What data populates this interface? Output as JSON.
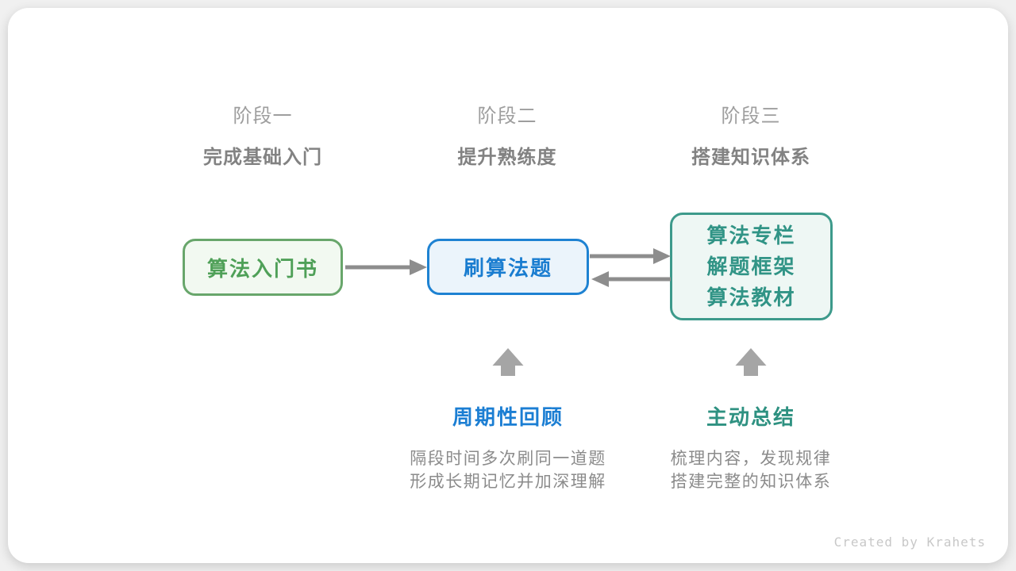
{
  "stages": [
    {
      "label": "阶段一",
      "title": "完成基础入门"
    },
    {
      "label": "阶段二",
      "title": "提升熟练度"
    },
    {
      "label": "阶段三",
      "title": "搭建知识体系"
    }
  ],
  "nodes": [
    {
      "id": "intro-book",
      "lines": [
        "算法入门书"
      ],
      "scheme": "green"
    },
    {
      "id": "practice-problems",
      "lines": [
        "刷算法题"
      ],
      "scheme": "blue"
    },
    {
      "id": "knowledge-resources",
      "lines": [
        "算法专栏",
        "解题框架",
        "算法教材"
      ],
      "scheme": "teal"
    }
  ],
  "arrows": [
    {
      "id": "intro-to-practice",
      "from": "算法入门书",
      "to": "刷算法题",
      "direction": "right"
    },
    {
      "id": "practice-to-resources",
      "from": "刷算法题",
      "to": "算法专栏/解题框架/算法教材",
      "direction": "right"
    },
    {
      "id": "resources-to-practice",
      "from": "算法专栏/解题框架/算法教材",
      "to": "刷算法题",
      "direction": "left"
    },
    {
      "id": "periodic-review-up",
      "direction": "up"
    },
    {
      "id": "active-summary-up",
      "direction": "up"
    }
  ],
  "annotations": [
    {
      "title": "周期性回顾",
      "desc_line1": "隔段时间多次刷同一道题",
      "desc_line2": "形成长期记忆并加深理解"
    },
    {
      "title": "主动总结",
      "desc_line1": "梳理内容，发现规律",
      "desc_line2": "搭建完整的知识体系"
    }
  ],
  "footer": {
    "credit": "Created by Krahets"
  },
  "colors": {
    "page_background": "#f0f0f0",
    "card_background": "#ffffff",
    "stage_label_gray": "#9e9e9e",
    "stage_title_gray": "#828282",
    "green_border": "#68a66b",
    "green_text": "#4fa058",
    "green_fill": "#f2f9f1",
    "blue_border": "#1e82d2",
    "blue_text": "#1a7dd0",
    "blue_fill": "#ebf4fb",
    "teal_border": "#3d9a8b",
    "teal_text": "#319486",
    "teal_fill": "#eef7f4",
    "arrow_gray": "#8d8d8d",
    "up_arrow_gray": "#a5a5a5",
    "desc_gray": "#8b8b8b",
    "footer_gray": "#c8c8c8"
  }
}
